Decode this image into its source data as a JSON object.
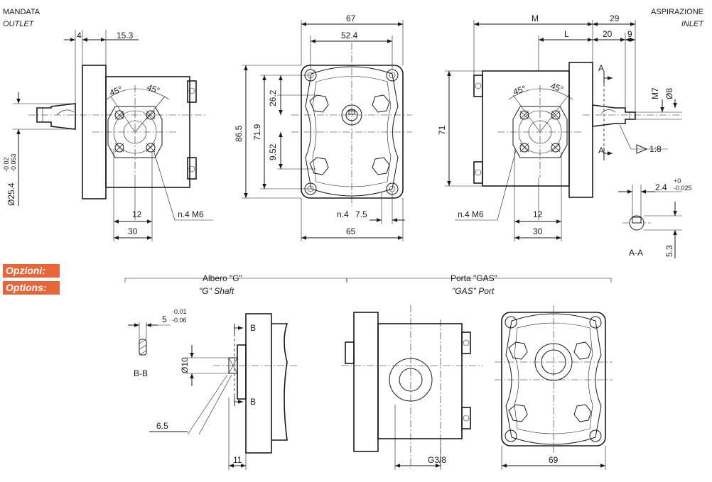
{
  "corner_labels": {
    "outlet_it": "MANDATA",
    "outlet_en": "OUTLET",
    "inlet_it": "ASPIRAZIONE",
    "inlet_en": "INLET"
  },
  "options_badges": {
    "it": "Opzioni:",
    "en": "Options:"
  },
  "sections": {
    "shaft_it": "Albero \"G\"",
    "shaft_en": "\"G\" Shaft",
    "port_it": "Porta \"GAS\"",
    "port_en": "\"GAS\" Port"
  },
  "dimensions": {
    "left_view": {
      "d4": "4",
      "d15_3": "15.3",
      "shaft_dia": "Ø25.4",
      "shaft_tol_upper": "-0.02",
      "shaft_tol_lower": "-0.053",
      "angle1": "45°",
      "angle2": "45°",
      "d12": "12",
      "d30": "30",
      "thread": "n.4 M6"
    },
    "front_view": {
      "d67": "67",
      "d52_4": "52.4",
      "d86_5": "86.5",
      "d71_9": "71.9",
      "d26_2": "26.2",
      "d9_52": "9.52",
      "holes": "n.4",
      "d7_5": "7.5",
      "d65": "65"
    },
    "right_view": {
      "M": "M",
      "L": "L",
      "d29": "29",
      "d20": "20",
      "d9": "9",
      "d71": "71",
      "angle1": "45°",
      "angle2": "45°",
      "thread_m7": "M7",
      "dia8": "Ø8",
      "taper": "1:8",
      "section_mark": "A",
      "key_width": "2.4",
      "key_tol_upper": "+0",
      "key_tol_lower": "-0.025",
      "section_label": "A-A",
      "d5_3": "5.3",
      "d12": "12",
      "d30": "30",
      "thread": "n.4  M6"
    },
    "shaft_option": {
      "key_width": "5",
      "key_tol_upper": "-0.01",
      "key_tol_lower": "-0.06",
      "section_label": "B-B",
      "section_mark": "B",
      "dia10": "Ø10",
      "d6_5": "6.5",
      "d11": "11"
    },
    "port_option": {
      "thread": "G3/8",
      "d69": "69"
    }
  },
  "colors": {
    "line": "#1a1a1a",
    "badge": "#e8653a",
    "background": "#ffffff"
  }
}
